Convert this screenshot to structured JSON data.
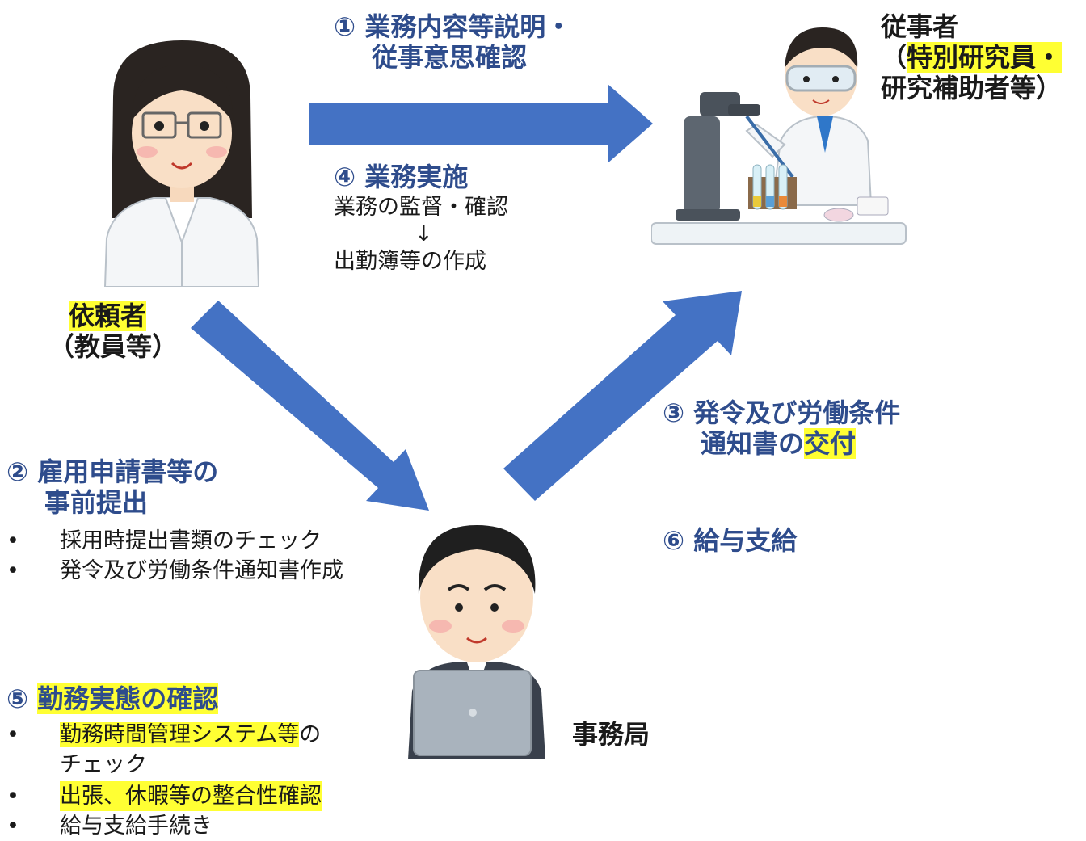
{
  "arrow_color": "#4472c4",
  "highlight_color": "#ffff33",
  "step_color": "#2e4c8c",
  "step1": {
    "line1": "① 業務内容等説明・",
    "line2": "従事意思確認"
  },
  "step4": {
    "title": "④ 業務実施",
    "line1": "業務の監督・確認",
    "arrow": "↓",
    "line2": "出勤簿等の作成"
  },
  "worker": {
    "title": "従事者",
    "paren_open": "（",
    "highlight": "特別研究員・",
    "line3": "研究補助者等）"
  },
  "requester": {
    "name": "依頼者",
    "sub": "（教員等）"
  },
  "step2": {
    "line1": "② 雇用申請書等の",
    "line2": "事前提出",
    "bullet": "•",
    "items": [
      "採用時提出書類のチェック",
      "発令及び労働条件通知書作成"
    ]
  },
  "step3": {
    "line1": "③ 発令及び労働条件",
    "line2_plain": "通知書の",
    "line2_highlight": "交付"
  },
  "step6": {
    "title": "⑥ 給与支給"
  },
  "office": {
    "name": "事務局"
  },
  "step5": {
    "prefix": "⑤ ",
    "title_highlight": "勤務実態の確認",
    "bullet": "•",
    "item1_highlight": "勤務時間管理システム等",
    "item1_plain": "の",
    "item1_cont": "チェック",
    "item2_highlight": "出張、休暇等の整合性確認",
    "item3": "給与支給手続き"
  }
}
